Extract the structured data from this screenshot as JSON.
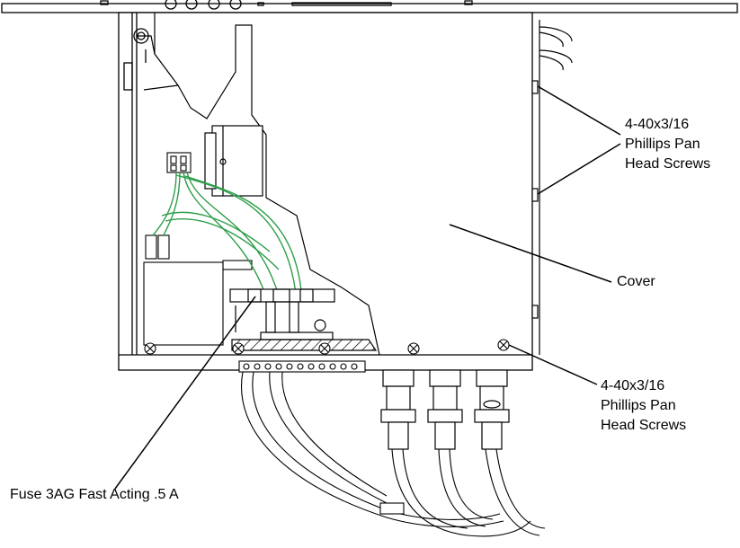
{
  "labels": {
    "screws_top": [
      "4-40x3/16",
      "Phillips Pan",
      "Head Screws"
    ],
    "screws_bottom": [
      "4-40x3/16",
      "Phillips Pan",
      "Head Screws"
    ],
    "cover": "Cover",
    "fuse": "Fuse 3AG Fast Acting .5 A"
  },
  "colors": {
    "line": "#000000",
    "wire_green": "#2e9e4a",
    "background": "#ffffff"
  }
}
